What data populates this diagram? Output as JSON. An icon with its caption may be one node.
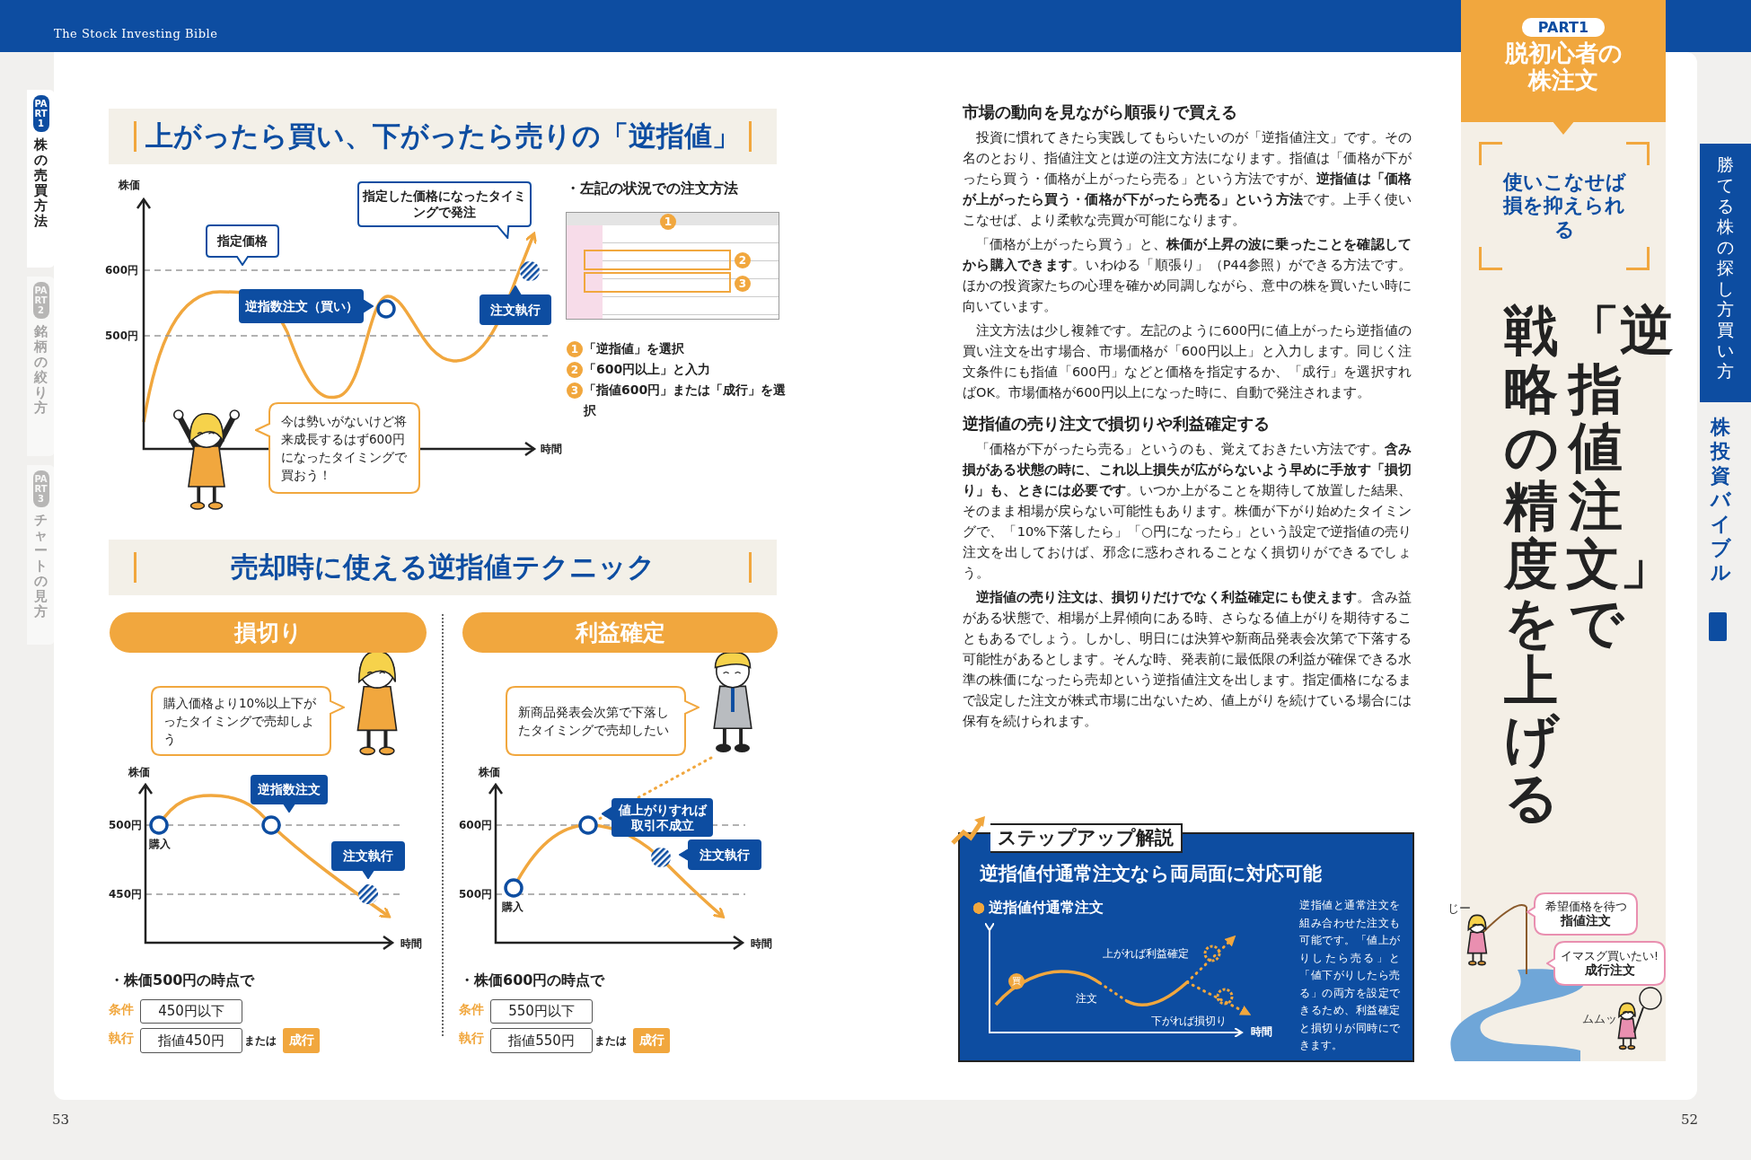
{
  "diagram": {
    "title": "「**逆指値注文**」で戦略の精度を上げる",
    "nodes": [
      {
        "text": [
          "PART1",
          "脱初心者の株注文"
        ]
      },
      {
        "text": [
          "使いこなせば損を抑えられる"
        ]
      },
      {
        "text": [
          "勝てる株の探し方買い方"
        ]
      },
      {
        "text": [
          "希望価格を待つ",
          "指値注文"
        ]
      },
      {
        "text": [
          "イマスグ買いたい!",
          "成行注文"
        ]
      },
      {
        "text": [
          "ステップアップ解説",
          "逆指値付通常注文なら両局面に対応可能",
          "逆指値付通常注文",
          "逆指値と通常注文を組み合わせた注文も可能です。「値上がりしたら売る」と「値下がりしたら売る」の両方を設定できるため、利益確定と損切りが同時にできます。"
        ]
      },
      {
        "text": [
          "上がったら買い、下がったら売りの「逆指値」"
        ]
      },
      {
        "text": [
          "指定価格"
        ]
      },
      {
        "text": [
          "指定した価格になったタイミングで発注"
        ]
      },
      {
        "text": [
          "逆指数注文（買い）"
        ]
      },
      {
        "text": [
          "注文執行"
        ]
      },
      {
        "text": [
          "今は勢いがないけど将来成長するはず600円になったタイミングで買おう！"
        ]
      },
      {
        "text": [
          "売却時に使える逆指値テクニック"
        ]
      },
      {
        "text": [
          "損切り"
        ]
      },
      {
        "text": [
          "利益確定"
        ]
      },
      {
        "text": [
          "購入価格より10%以上下がったタイミングで売却しよう"
        ]
      },
      {
        "text": [
          "新商品発表会次第で下落したタイミングで売却したい"
        ]
      },
      {
        "text": [
          "逆指数注文"
        ]
      },
      {
        "text": [
          "注文執行"
        ]
      },
      {
        "text": [
          "値上がりすれば取引不成立"
        ]
      },
      {
        "text": [
          "注文執行"
        ]
      },
      {
        "text": [
          "450円以下"
        ]
      },
      {
        "text": [
          "指値450円"
        ]
      },
      {
        "text": [
          "成行"
        ]
      },
      {
        "text": [
          "550円以下"
        ]
      },
      {
        "text": [
          "指値550円"
        ]
      },
      {
        "text": [
          "成行"
        ]
      },
      {
        "text": [
          "PART1",
          "株の売買方法"
        ]
      },
      {
        "text": [
          "PART2",
          "銘柄の絞り方"
        ]
      },
      {
        "text": [
          "PART3",
          "チャートの見方"
        ]
      }
    ],
    "labels": [
      "The Stock Investing Bible",
      "株投資バイブル",
      "・左記の状況での注文方法",
      "1",
      "2",
      "3",
      "1",
      "「逆指値」を選択",
      "2",
      "「600円以上」と入力",
      "3",
      "「指値600円」または「成行」を選択",
      "株価",
      "600円",
      "500円",
      "時間",
      "株価",
      "500円",
      "450円",
      "購入",
      "時間",
      "株価",
      "600円",
      "500円",
      "購入",
      "時間",
      "・株価500円の時点で",
      "条件",
      "執行",
      "または",
      "・株価600円の時点で",
      "条件",
      "執行",
      "または",
      "市場の動向を見ながら順張りで買える",
      "投資に慣れてきたら実践してもらいたいのが「逆指値注文」です。その名のとおり、指値注文とは逆の注文方法になります。指値は「価格が下がったら買う・価格が上がったら売る」という方法ですが、**逆指値は「価格が上がったら買う・価格が下がったら売る」という方法**です。上手く使いこなせば、より柔軟な売買が可能になります。",
      "「価格が上がったら買う」と、**株価が上昇の波に乗ったことを確認してから購入できます**。いわゆる「順張り」（P44参照）ができる方法です。ほかの投資家たちの心理を確かめ同調しながら、意中の株を買いたい時に向いています。",
      "注文方法は少し複雑です。左記のように600円に値上がったら逆指値の買い注文を出す場合、市場価格が「600円以上」と入力します。同じく注文条件にも指値「600円」などと価格を指定するか、「成行」を選択すればOK。市場価格が600円以上になった時に、自動で発注されます。",
      "逆指値の売り注文で損切りや利益確定する",
      "「価格が下がったら売る」というのも、覚えておきたい方法です。**含み損がある状態の時に、これ以上損失が広がらないよう早めに手放す「損切り」も、ときには必要です**。いつか上がることを期待して放置した結果、そのまま相場が戻",
      "らない可能性もあります。株価が下がり始めたタイミングで、「10%下落したら」「○円になったら」という設定で逆指値の売り注文を出しておけば、邪念に惑わされることなく損切りができるでしょう。",
      "**逆指値の売り注文は、損切りだけでなく利益確定にも使えます**。含み益がある状態で、相場が上昇傾向にある時、さらなる値上がりを期待することもあるでしょう。しかし、明日には決算や新商品発表会次第で下落する可能性があるとします。そんな時、発表前に最低限の利益が確保できる水準の株価になったら売却という逆指値注文を出します。指定価格になるまで設定した注文が株式市場に出ないため、値上がりを続けている場合には保有を続けられます。",
      "買",
      "上がれば利益確定",
      "注文",
      "下がれば損切り",
      "時間",
      "じー",
      "ムムッ",
      "53",
      "52"
    ]
  }
}
